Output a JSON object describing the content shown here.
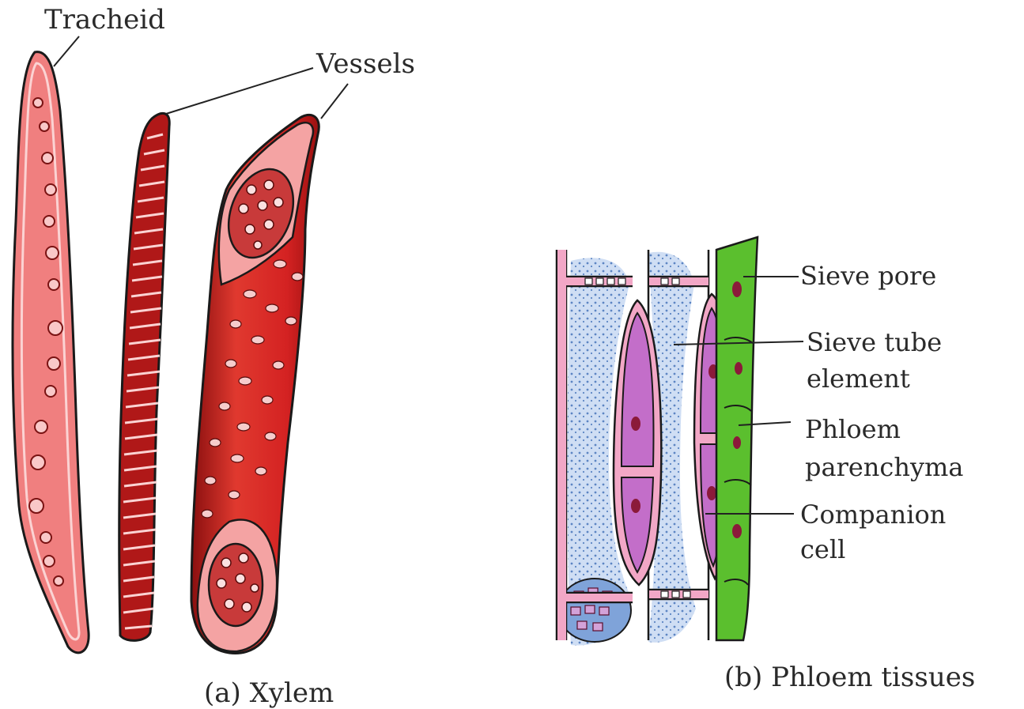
{
  "xylem": {
    "caption": "(a) Xylem",
    "labels": {
      "tracheid": "Tracheid",
      "vessels": "Vessels"
    }
  },
  "phloem": {
    "caption": "(b) Phloem tissues",
    "labels": {
      "sieve_pore": "Sieve pore",
      "sieve_tube_line1": "Sieve tube",
      "sieve_tube_line2": "element",
      "phloem_par_line1": "Phloem",
      "phloem_par_line2": "parenchyma",
      "companion_line1": "Companion",
      "companion_line2": "cell"
    }
  },
  "colors": {
    "tracheid_fill": "#f07f7f",
    "vessel_dark": "#c41e1e",
    "vessel_light": "#f4a3a3",
    "outline": "#1a1a1a",
    "sieve_blue": "#8fb2e0",
    "sieve_wall": "#f2a7c6",
    "companion_purple": "#c36ec9",
    "parenchyma_green": "#5bbf2e",
    "nucleus": "#8b1a3a"
  }
}
